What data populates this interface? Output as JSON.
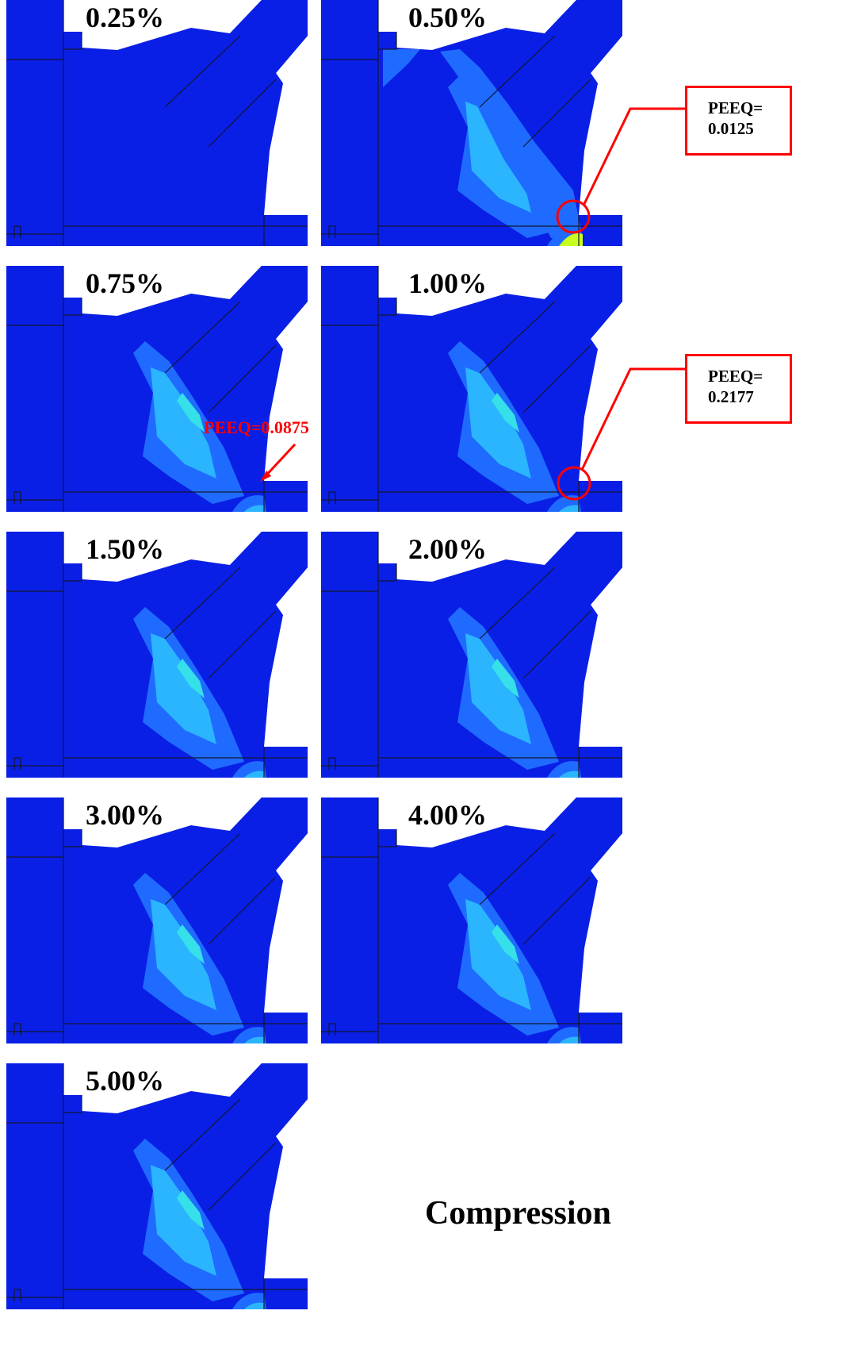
{
  "panels": [
    {
      "label": "0.25%",
      "intensity": 0
    },
    {
      "label": "0.50%",
      "intensity": 2
    },
    {
      "label": "0.75%",
      "intensity": 1
    },
    {
      "label": "1.00%",
      "intensity": 1
    },
    {
      "label": "1.50%",
      "intensity": 1
    },
    {
      "label": "2.00%",
      "intensity": 1
    },
    {
      "label": "3.00%",
      "intensity": 1
    },
    {
      "label": "4.00%",
      "intensity": 1
    },
    {
      "label": "5.00%",
      "intensity": 1
    }
  ],
  "callouts": [
    {
      "line1": "PEEQ=",
      "line2": "0.0125"
    },
    {
      "line1": "PEEQ=",
      "line2": "0.2177"
    }
  ],
  "inline_annotation": "PEEQ=0.0875",
  "caption": "Compression",
  "colors": {
    "base": "#0a1fe6",
    "band1": "#1f6bff",
    "band2": "#2bb5ff",
    "band3": "#35e0e8",
    "hot": "#c8ff1e",
    "outline": "#101830",
    "highlight": "#ff0000"
  }
}
